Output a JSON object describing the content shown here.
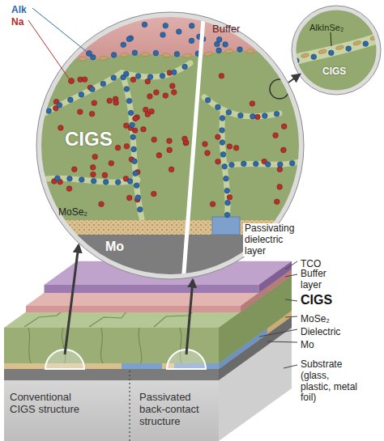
{
  "diagram": {
    "labels": [
      "Alk",
      "Na",
      "Buffer",
      "AlkInSe₂",
      "CIGS",
      "CIGS",
      "MoSe₂",
      "Mo",
      "Passivating dielectric layer",
      "TCO",
      "Buffer layer",
      "CIGS",
      "MoSe₂",
      "Dielectric",
      "Mo",
      "Substrate (glass, plastic, metal foil)",
      "Conventional CIGS structure",
      "Passivated back-contact structure"
    ]
  }
}
